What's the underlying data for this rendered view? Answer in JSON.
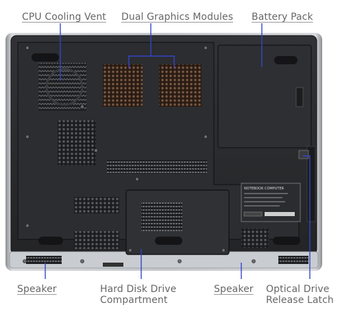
{
  "labels": {
    "cpu_vent": "CPU Cooling Vent",
    "graphics": "Dual Graphics Modules",
    "battery": "Battery Pack",
    "speaker_left": "Speaker",
    "hdd_line1": "Hard Disk Drive",
    "hdd_line2": "Compartment",
    "speaker_right": "Speaker",
    "odd_line1": "Optical Drive",
    "odd_line2": "Release Latch"
  },
  "sticker": {
    "title": "NOTEBOOK COMPUTER"
  },
  "colors": {
    "label": "#666666",
    "callout": "#3344cc",
    "chassis": "#2a2b2d",
    "frame": "#b9bcc0"
  }
}
